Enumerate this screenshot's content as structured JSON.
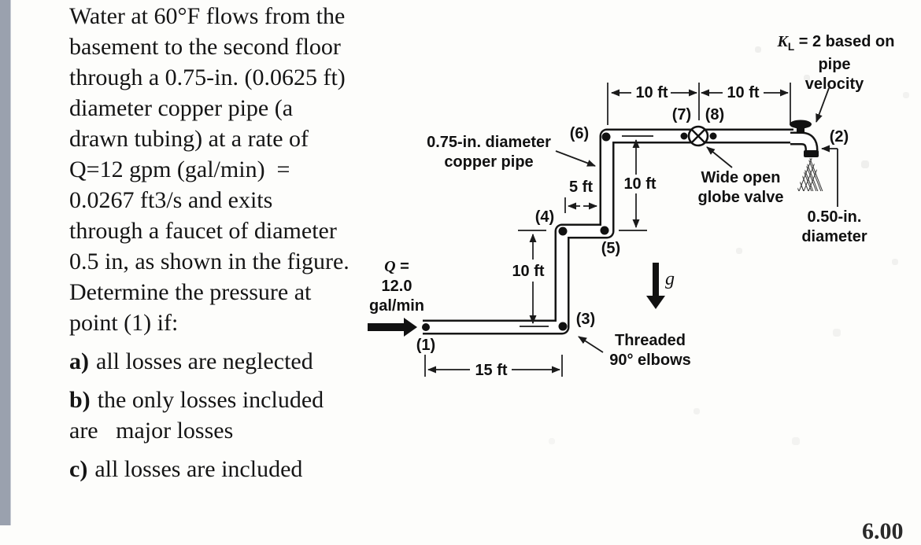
{
  "problem": {
    "intro_lines": [
      "Water at 60°F flows from the",
      "basement to the second floor",
      "through a 0.75-in. (0.0625 ft)",
      "diameter copper pipe (a",
      "drawn tubing) at a rate of",
      "Q=12 gpm (gal/min)  =",
      "0.0267 ft3/s and exits",
      "through a faucet of diameter",
      "0.5 in, as shown in the figure.",
      "Determine the pressure at",
      "point (1) if:"
    ],
    "items": [
      {
        "label": "a)",
        "text": "all losses are neglected"
      },
      {
        "label": "b)",
        "text": "the only losses included\nare   major losses"
      },
      {
        "label": "c)",
        "text": "all losses are included"
      }
    ]
  },
  "diagram": {
    "kl_note": {
      "k": "K",
      "sub": "L",
      "rest": " = 2 based on",
      "line2": "pipe",
      "line3": "velocity"
    },
    "pipe_label": {
      "line1": "0.75-in. diameter",
      "line2": "copper pipe"
    },
    "valve_label": {
      "line1": "Wide open",
      "line2": "globe valve"
    },
    "faucet_label": {
      "line1": "0.50-in.",
      "line2": "diameter"
    },
    "elbow_label": {
      "line1": "Threaded",
      "line2": "90° elbows"
    },
    "flow": {
      "q": "Q",
      "eq": " =",
      "value": "12.0",
      "unit": "gal/min"
    },
    "gravity_symbol": "g",
    "points": {
      "p1": "(1)",
      "p2": "(2)",
      "p3": "(3)",
      "p4": "(4)",
      "p5": "(5)",
      "p6": "(6)",
      "p7": "(7)",
      "p8": "(8)"
    },
    "dims": {
      "top_left": "10 ft",
      "top_right": "10 ft",
      "riser_upper": "10 ft",
      "run_upper": "5 ft",
      "riser_lower": "10 ft",
      "run_lower": "15 ft"
    }
  },
  "footer": {
    "partial_page_number": "6.00"
  },
  "colors": {
    "ink": "#161616",
    "sidebar_strip": "#9aa1ae",
    "paper": "#fdfdfb"
  }
}
